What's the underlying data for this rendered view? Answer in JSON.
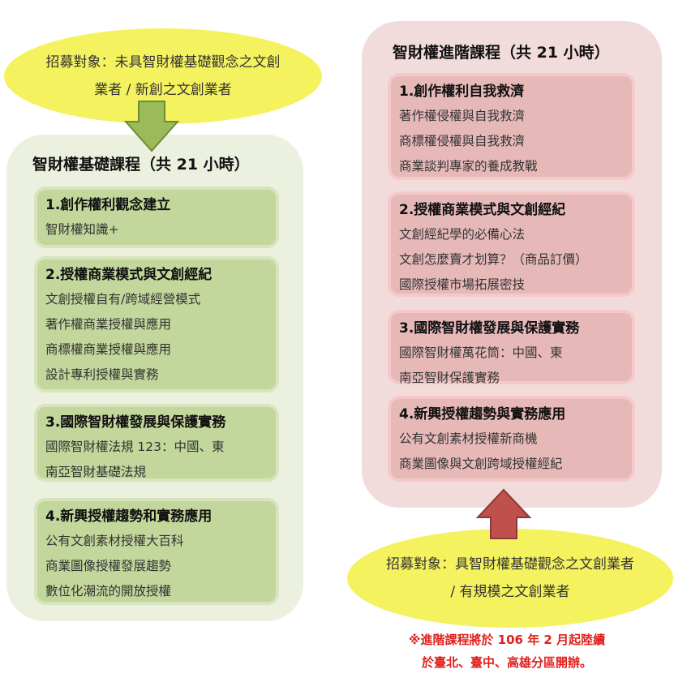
{
  "basic": {
    "audience": [
      "招募對象：未具智財權基礎觀念之文創",
      "業者 / 新創之文創業者"
    ],
    "title": "智財權基礎課程（共 21 小時）",
    "modules": [
      {
        "title": "1.創作權利觀念建立",
        "items": [
          "智財權知識+"
        ]
      },
      {
        "title": "2.授權商業模式與文創經紀",
        "items": [
          "文創授權自有/跨域經營模式",
          "著作權商業授權與應用",
          "商標權商業授權與應用",
          "設計專利授權與實務"
        ]
      },
      {
        "title": "3.國際智財權發展與保護實務",
        "items": [
          "國際智財權法規 123：中國、東",
          "南亞智財基礎法規"
        ]
      },
      {
        "title": "4.新興授權趨勢和實務應用",
        "items": [
          "公有文創素材授權大百科",
          "商業圖像授權發展趨勢",
          "數位化潮流的開放授權"
        ]
      }
    ]
  },
  "advanced": {
    "title": "智財權進階課程（共 21 小時）",
    "modules": [
      {
        "title": "1.創作權利自我救濟",
        "items": [
          "著作權侵權與自我救濟",
          "商標權侵權與自我救濟",
          "商業談判專家的養成教戰"
        ]
      },
      {
        "title": "2.授權商業模式與文創經紀",
        "items": [
          "文創經紀學的必備心法",
          "文創怎麼賣才划算？（商品訂價）",
          "國際授權市場拓展密技"
        ]
      },
      {
        "title": "3.國際智財權發展與保護實務",
        "items": [
          "國際智財權萬花筒：中國、東",
          "南亞智財保護實務"
        ]
      },
      {
        "title": "4.新興授權趨勢與實務應用",
        "items": [
          "公有文創素材授權新商機",
          "商業圖像與文創跨域授權經紀"
        ]
      }
    ],
    "audience": [
      "招募對象：具智財權基礎觀念之文創業者",
      "/ 有規模之文創業者"
    ],
    "note": [
      "※進階課程將於 106 年 2 月起陸續",
      "於臺北、臺中、高雄分區開辦。"
    ]
  },
  "colors": {
    "yellow": "#f4f25e",
    "green": "#9bbb59",
    "red": "#c0504d"
  }
}
